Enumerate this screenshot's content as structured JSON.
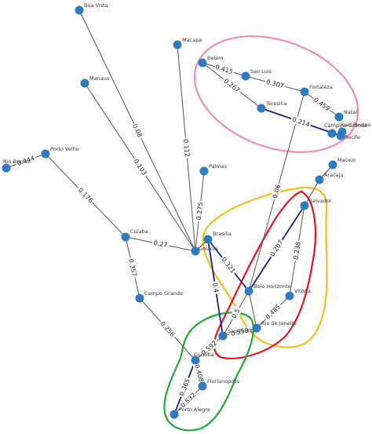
{
  "colors": {
    "node": "#2f7bbd",
    "edge": "#555555",
    "highlight_edge": "#16228a",
    "northeast_region": "#f08cb6",
    "central_region": "#f4bf1e",
    "coastal_region": "#e0171f",
    "south_region": "#22aa38"
  },
  "cities": [
    {
      "id": "boa_vista",
      "label": "Boa Vista"
    },
    {
      "id": "macapa",
      "label": "Macapa"
    },
    {
      "id": "manaus",
      "label": "Manaus"
    },
    {
      "id": "belem",
      "label": "Belem"
    },
    {
      "id": "sao_luis",
      "label": "Sao Luis"
    },
    {
      "id": "fortaleza",
      "label": "Fortaleza"
    },
    {
      "id": "teresina",
      "label": "Teresina"
    },
    {
      "id": "natal",
      "label": "Natal"
    },
    {
      "id": "campina_grande",
      "label": "Campina Grande"
    },
    {
      "id": "joao_pessoa",
      "label": "Joao Pessoa"
    },
    {
      "id": "recife",
      "label": "Recife"
    },
    {
      "id": "maceio",
      "label": "Maceio"
    },
    {
      "id": "aracaju",
      "label": "Aracaju"
    },
    {
      "id": "salvador",
      "label": "Salvador"
    },
    {
      "id": "rio_branco",
      "label": "Rio Branco"
    },
    {
      "id": "porto_velho",
      "label": "Porto Velho"
    },
    {
      "id": "palmas",
      "label": "Palmas"
    },
    {
      "id": "brasilia",
      "label": "Brasilia"
    },
    {
      "id": "goiania",
      "label": "Goiania"
    },
    {
      "id": "cuiaba",
      "label": "Cuiaba"
    },
    {
      "id": "campo_grande",
      "label": "Campo Grande"
    },
    {
      "id": "belo_horizonte",
      "label": "Belo Horizonte"
    },
    {
      "id": "vitoria",
      "label": "Vitoria"
    },
    {
      "id": "rio_de_janeiro",
      "label": "Rio de Janeiro"
    },
    {
      "id": "sao_paulo",
      "label": "Sao Paulo"
    },
    {
      "id": "curitiba",
      "label": "Curitiba"
    },
    {
      "id": "florianopolis",
      "label": "Florianopolis"
    },
    {
      "id": "porto_alegre",
      "label": "Porto Alegre"
    }
  ],
  "edges": [
    {
      "from": "boa_vista",
      "to": "goiania",
      "weight": "0.08",
      "highlight": false
    },
    {
      "from": "manaus",
      "to": "goiania",
      "weight": "0.103",
      "highlight": false
    },
    {
      "from": "macapa",
      "to": "goiania",
      "weight": "0.112",
      "highlight": false
    },
    {
      "from": "palmas",
      "to": "goiania",
      "weight": "0.275",
      "highlight": false
    },
    {
      "from": "belem",
      "to": "sao_luis",
      "weight": "0.415",
      "highlight": false
    },
    {
      "from": "belem",
      "to": "teresina",
      "weight": "0.267",
      "highlight": false
    },
    {
      "from": "sao_luis",
      "to": "fortaleza",
      "weight": "0.307",
      "highlight": false
    },
    {
      "from": "fortaleza",
      "to": "natal",
      "weight": "0.459",
      "highlight": false
    },
    {
      "from": "teresina",
      "to": "recife",
      "weight": "0.214",
      "highlight": true
    },
    {
      "from": "fortaleza",
      "to": "belo_horizonte",
      "weight": "0.06",
      "highlight": false
    },
    {
      "from": "maceio",
      "to": "aracaju",
      "weight": "",
      "highlight": false
    },
    {
      "from": "aracaju",
      "to": "salvador",
      "weight": "",
      "highlight": false
    },
    {
      "from": "rio_branco",
      "to": "porto_velho",
      "weight": "0.444",
      "highlight": false
    },
    {
      "from": "porto_velho",
      "to": "cuiaba",
      "weight": "0.176",
      "highlight": false
    },
    {
      "from": "cuiaba",
      "to": "goiania",
      "weight": "0.27",
      "highlight": false
    },
    {
      "from": "cuiaba",
      "to": "campo_grande",
      "weight": "0.357",
      "highlight": false
    },
    {
      "from": "campo_grande",
      "to": "curitiba",
      "weight": "0.256",
      "highlight": false
    },
    {
      "from": "goiania",
      "to": "brasilia",
      "weight": "",
      "highlight": false
    },
    {
      "from": "brasilia",
      "to": "belo_horizonte",
      "weight": "0.321",
      "highlight": true
    },
    {
      "from": "brasilia",
      "to": "sao_paulo",
      "weight": "0.4",
      "highlight": true
    },
    {
      "from": "salvador",
      "to": "belo_horizonte",
      "weight": "0.207",
      "highlight": true
    },
    {
      "from": "salvador",
      "to": "vitoria",
      "weight": "0.238",
      "highlight": false
    },
    {
      "from": "belo_horizonte",
      "to": "rio_de_janeiro",
      "weight": "",
      "highlight": false
    },
    {
      "from": "vitoria",
      "to": "rio_de_janeiro",
      "weight": "0.485",
      "highlight": false
    },
    {
      "from": "belo_horizonte",
      "to": "sao_paulo",
      "weight": "0.5",
      "highlight": false
    },
    {
      "from": "sao_paulo",
      "to": "rio_de_janeiro",
      "weight": "0.559",
      "highlight": false
    },
    {
      "from": "sao_paulo",
      "to": "curitiba",
      "weight": "0.592",
      "highlight": false
    },
    {
      "from": "curitiba",
      "to": "florianopolis",
      "weight": "0.408",
      "highlight": false
    },
    {
      "from": "curitiba",
      "to": "porto_alegre",
      "weight": "0.365",
      "highlight": true
    },
    {
      "from": "florianopolis",
      "to": "porto_alegre",
      "weight": "0.532",
      "highlight": false
    }
  ]
}
